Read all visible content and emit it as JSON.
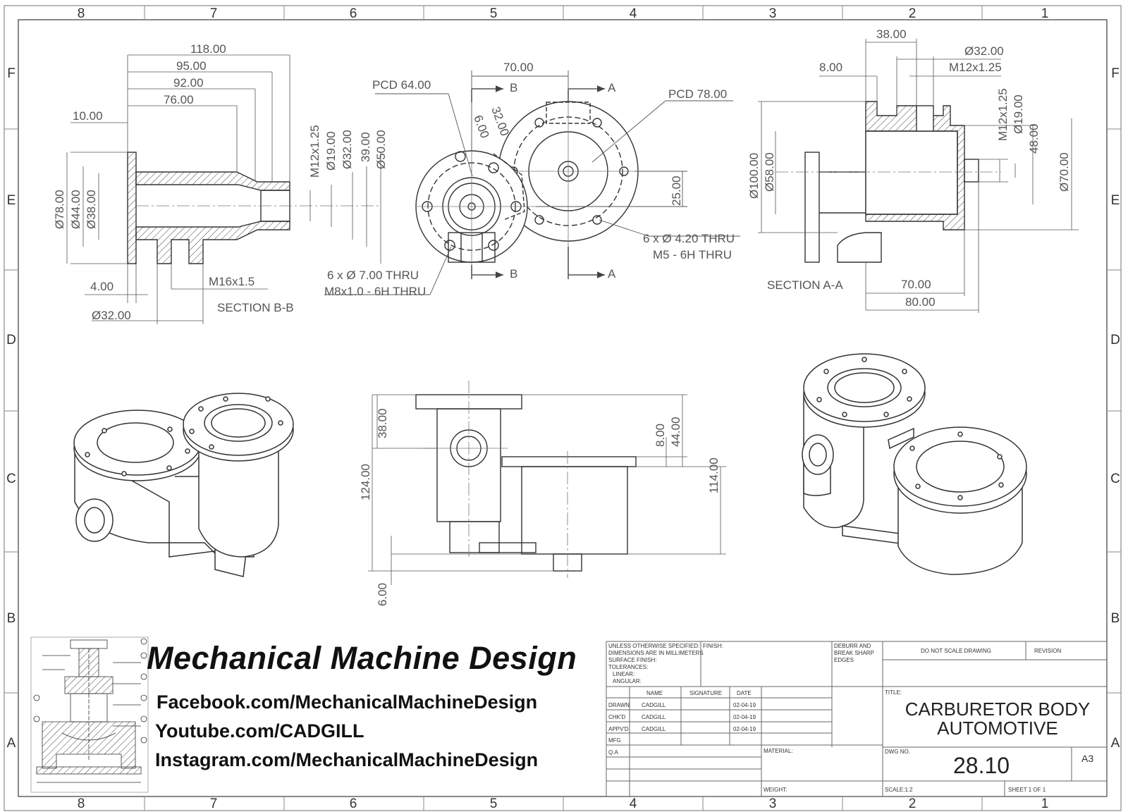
{
  "sheet": {
    "columns": [
      "8",
      "7",
      "6",
      "5",
      "4",
      "3",
      "2",
      "1"
    ],
    "rows": [
      "F",
      "E",
      "D",
      "C",
      "B",
      "A"
    ]
  },
  "section_bb": {
    "dims": {
      "d118": "118.00",
      "d95": "95.00",
      "d92": "92.00",
      "d76": "76.00",
      "d10": "10.00",
      "d4": "4.00",
      "dia32": "Ø32.00",
      "m16": "M16x1.5",
      "dia78": "Ø78.00",
      "dia44": "Ø44.00",
      "dia38": "Ø38.00",
      "m12": "M12x1.25",
      "dia19": "Ø19.00",
      "dia32v": "Ø32.00",
      "d39": "39.00",
      "dia50": "Ø50.00"
    },
    "label": "SECTION B-B"
  },
  "front_view": {
    "pcd64": "PCD 64.00",
    "pcd78": "PCD 78.00",
    "d70": "70.00",
    "d6": "6.00",
    "d32": "32.00",
    "d25": "25.00",
    "cut_b": "B",
    "cut_a": "A",
    "holes_left_1": "6 x Ø 7.00 THRU",
    "holes_left_2": "M8x1.0 - 6H THRU",
    "holes_right_1": "6 x Ø 4.20 THRU",
    "holes_right_2": "M5 - 6H THRU"
  },
  "section_aa": {
    "dims": {
      "d38": "38.00",
      "dia32": "Ø32.00",
      "d8": "8.00",
      "m12": "M12x1.25",
      "m12v": "M12x1.25",
      "dia19": "Ø19.00",
      "d48": "48.00",
      "dia70": "Ø70.00",
      "dia100": "Ø100.00",
      "dia58": "Ø58.00",
      "d70": "70.00",
      "d80": "80.00"
    },
    "label": "SECTION A-A"
  },
  "side_view": {
    "d38": "38.00",
    "d124": "124.00",
    "d6": "6.00",
    "d8": "8.00",
    "d44": "44.00",
    "d114": "114.00"
  },
  "branding": {
    "title": "Mechanical Machine Design",
    "facebook": "Facebook.com/MechanicalMachineDesign",
    "youtube": "Youtube.com/CADGILL",
    "instagram": "Instagram.com/MechanicalMachineDesign"
  },
  "title_block": {
    "notes": [
      "UNLESS OTHERWISE SPECIFIED:",
      "DIMENSIONS ARE IN MILLIMETERS",
      "SURFACE FINISH:",
      "TOLERANCES:",
      "LINEAR:",
      "ANGULAR:"
    ],
    "finish": "FINISH:",
    "deburr": [
      "DEBURR AND",
      "BREAK SHARP",
      "EDGES"
    ],
    "do_not_scale": "DO NOT SCALE DRAWING",
    "revision": "REVISION",
    "headers": {
      "name": "NAME",
      "signature": "SIGNATURE",
      "date": "DATE"
    },
    "rows": [
      {
        "role": "DRAWN",
        "name": "CADGILL",
        "date": "02-04-19"
      },
      {
        "role": "CHK'D",
        "name": "CADGILL",
        "date": "02-04-19"
      },
      {
        "role": "APPV'D",
        "name": "CADGILL",
        "date": "02-04-19"
      },
      {
        "role": "MFG",
        "name": "",
        "date": ""
      },
      {
        "role": "Q.A",
        "name": "",
        "date": ""
      }
    ],
    "title_label": "TITLE:",
    "title_line1": "CARBURETOR BODY",
    "title_line2": "AUTOMOTIVE",
    "material": "MATERIAL:",
    "dwg_no_label": "DWG NO.",
    "dwg_no": "28.10",
    "size": "A3",
    "weight": "WEIGHT:",
    "scale": "SCALE:1:2",
    "sheet": "SHEET 1 OF 1"
  }
}
